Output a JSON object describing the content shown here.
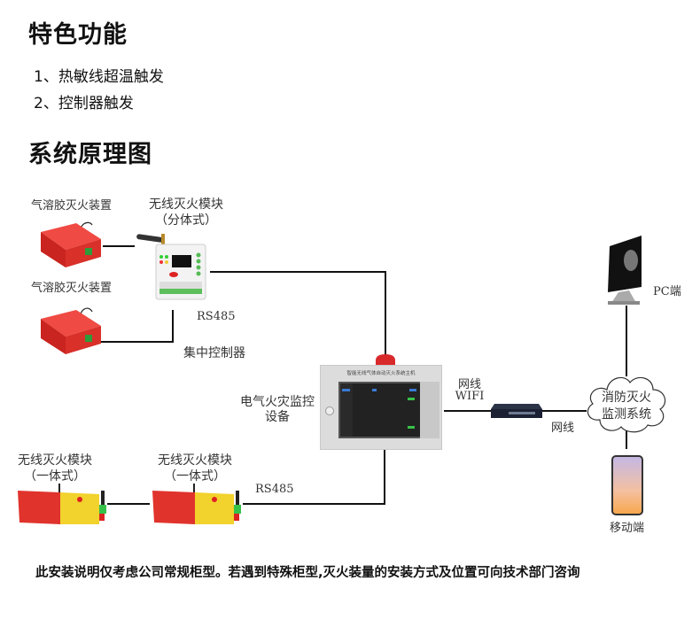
{
  "sections": {
    "features_title": "特色功能",
    "features": [
      "1、热敏线超温触发",
      "2、控制器触发"
    ],
    "diagram_title": "系统原理图"
  },
  "diagram": {
    "aerosol_device_1": "气溶胶灭火装置",
    "aerosol_device_2": "气溶胶灭火装置",
    "split_module_title": "无线灭火模块",
    "split_module_sub": "（分体式）",
    "rs485_top": "RS485",
    "central_controller": "集中控制器",
    "electrical_fire_line1": "电气火灾监控",
    "electrical_fire_line2": "设备",
    "host_panel_title": "智能无线气体自动灭火系统主机",
    "network_wifi_line1": "网线",
    "network_wifi_line2": "WIFI",
    "network_cable": "网线",
    "cloud_line1": "消防灭火",
    "cloud_line2": "监测系统",
    "pc_label": "PC端",
    "mobile_label": "移动端",
    "integrated_module_1_title": "无线灭火模块",
    "integrated_module_1_sub": "（一体式）",
    "integrated_module_2_title": "无线灭火模块",
    "integrated_module_2_sub": "（一体式）",
    "rs485_bottom": "RS485"
  },
  "footer": {
    "note": "此安装说明仅考虑公司常规柜型。若遇到特殊柜型,灭火装量的安装方式及位置可向技术部门咨询"
  },
  "colors": {
    "device_red": "#e0332c",
    "device_yellow": "#f2d22c",
    "panel_gray": "#dcdcdc",
    "line": "#111111"
  }
}
